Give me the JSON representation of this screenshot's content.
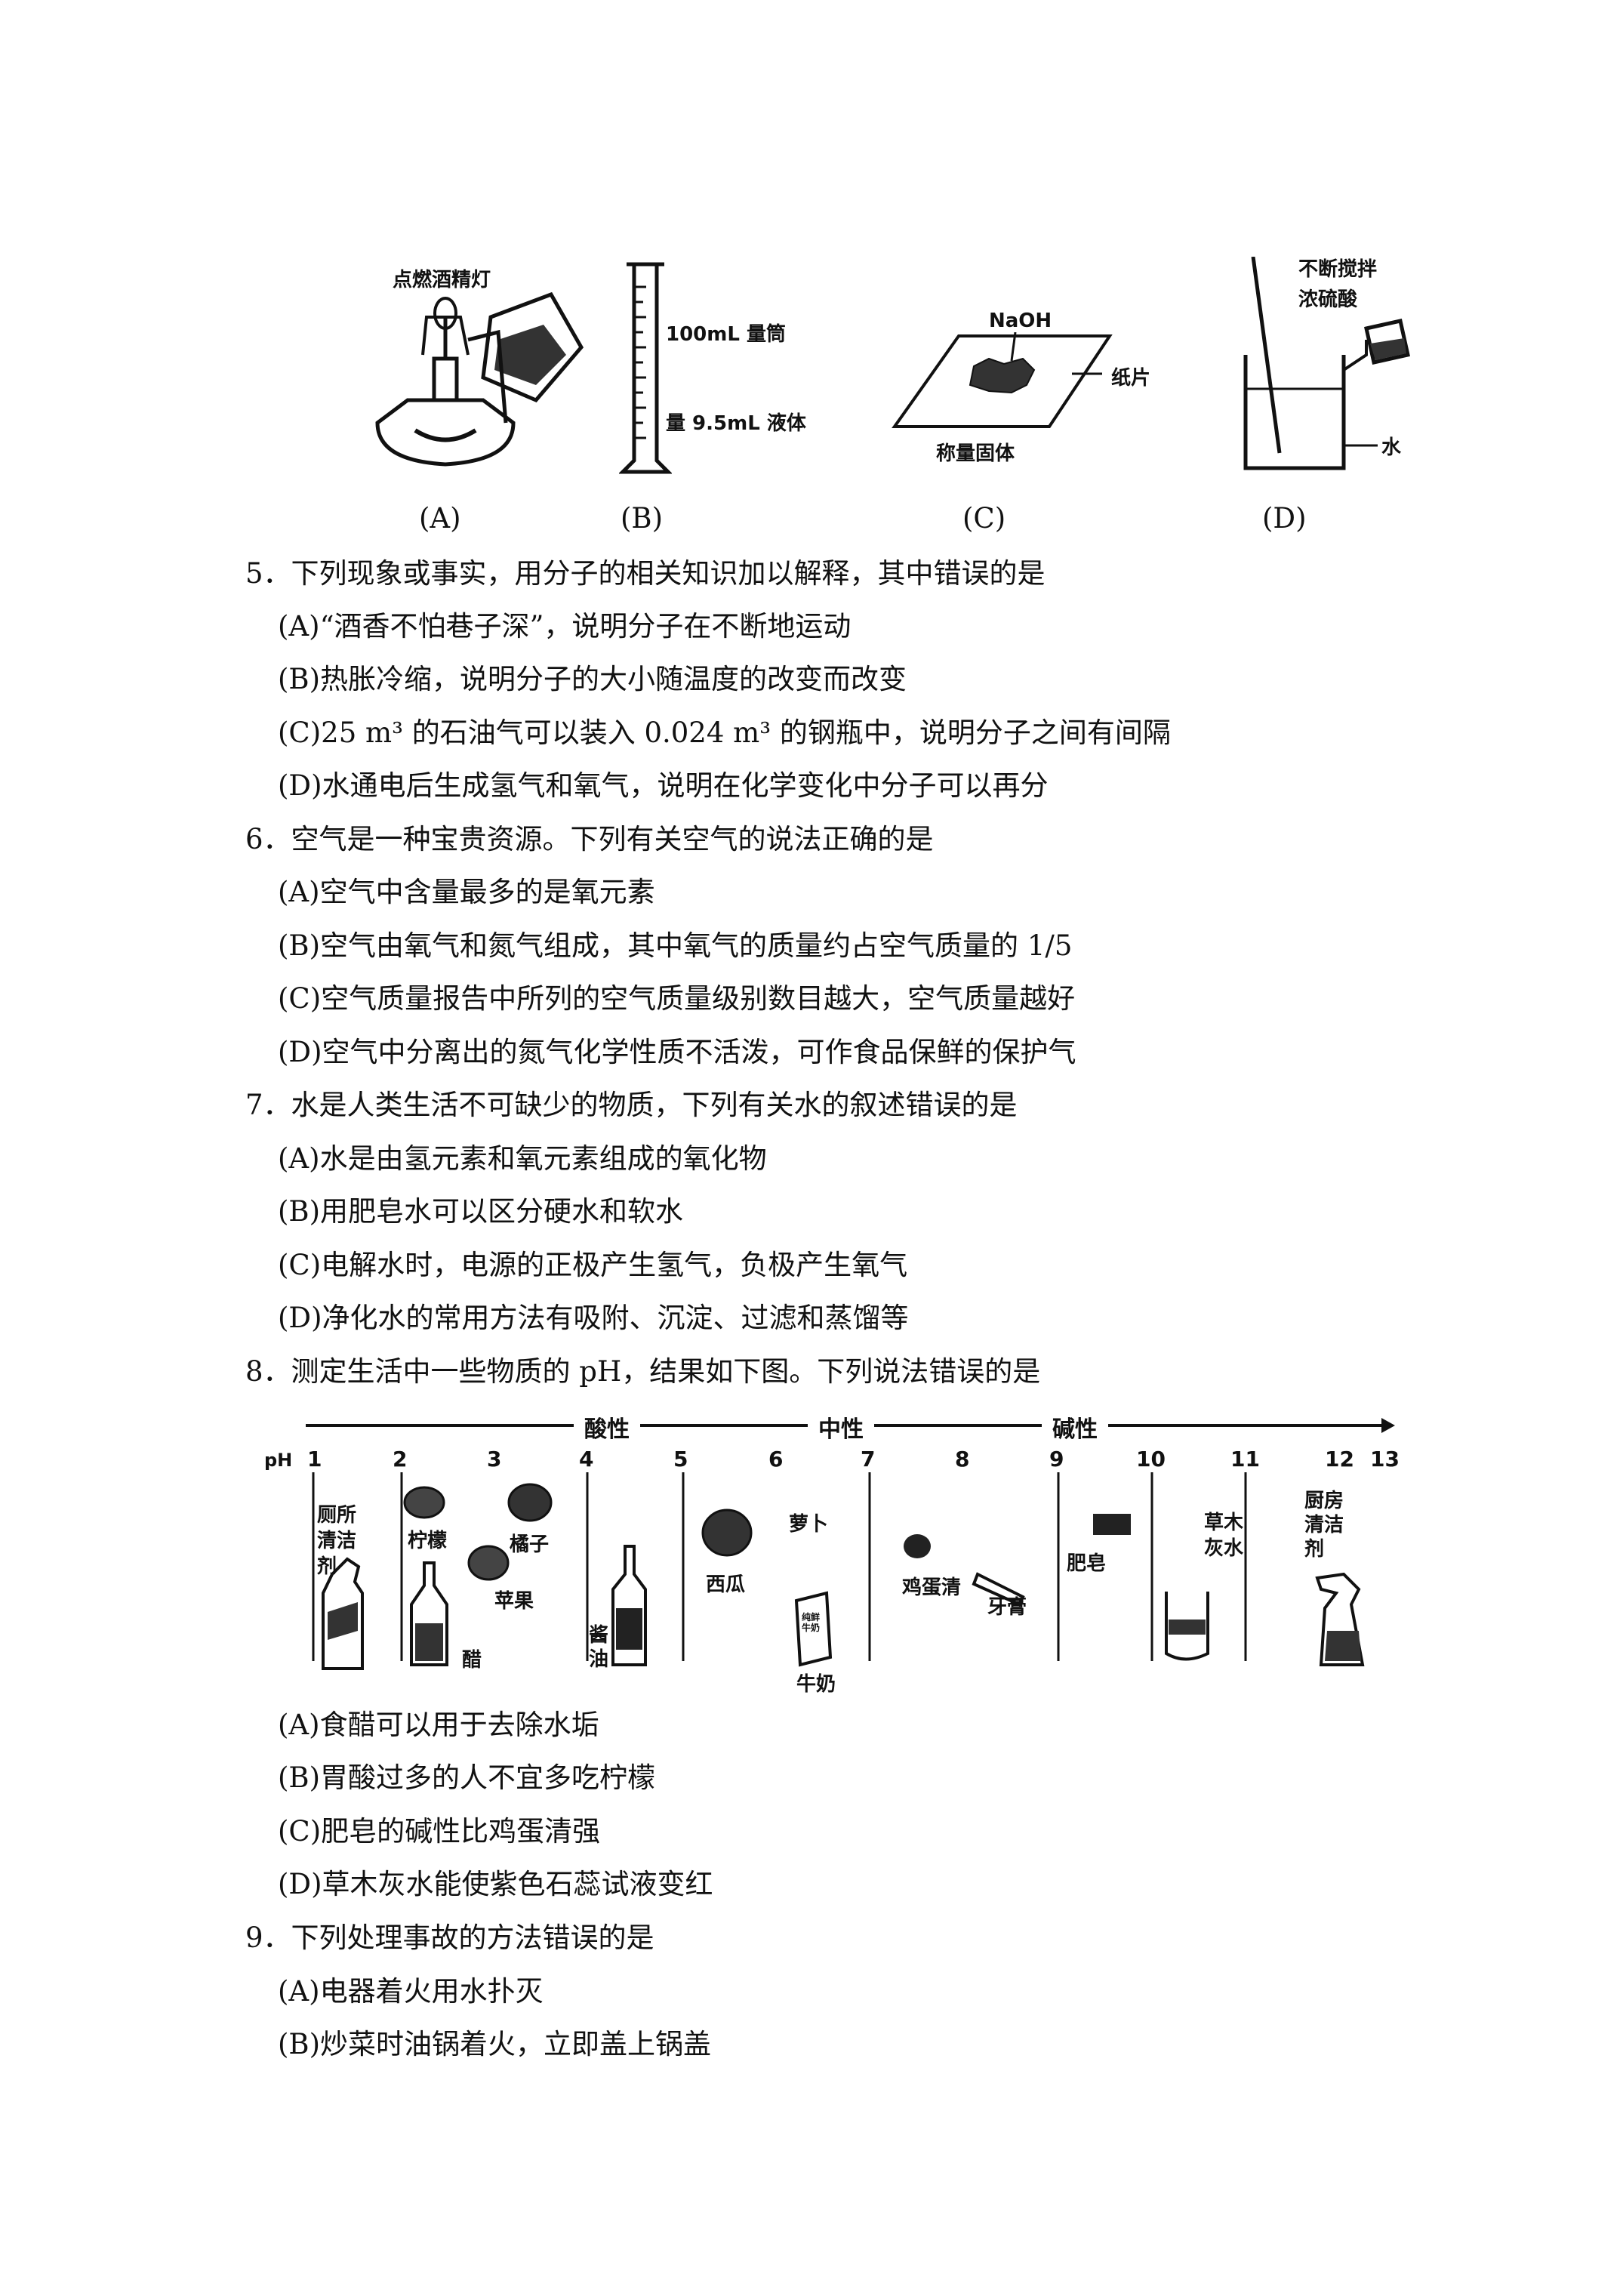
{
  "figures": {
    "a": {
      "label": "(A)",
      "caption": "点燃酒精灯"
    },
    "b": {
      "label": "(B)",
      "caption1": "100mL 量筒",
      "caption2": "量 9.5mL 液体"
    },
    "c": {
      "label": "(C)",
      "caption_top": "NaOH",
      "caption_side": "纸片",
      "caption_bottom": "称量固体"
    },
    "d": {
      "label": "(D)",
      "caption1": "不断搅拌",
      "caption2": "浓硫酸",
      "caption3": "水"
    }
  },
  "questions": [
    {
      "stem": "5．下列现象或事实，用分子的相关知识加以解释，其中错误的是",
      "options": [
        "(A)“酒香不怕巷子深”，说明分子在不断地运动",
        "(B)热胀冷缩，说明分子的大小随温度的改变而改变",
        "(C)25 m³ 的石油气可以装入 0.024 m³ 的钢瓶中，说明分子之间有间隔",
        "(D)水通电后生成氢气和氧气，说明在化学变化中分子可以再分"
      ]
    },
    {
      "stem": "6．空气是一种宝贵资源。下列有关空气的说法正确的是",
      "options": [
        "(A)空气中含量最多的是氧元素",
        "(B)空气由氧气和氮气组成，其中氧气的质量约占空气质量的 1/5",
        "(C)空气质量报告中所列的空气质量级别数目越大，空气质量越好",
        "(D)空气中分离出的氮气化学性质不活泼，可作食品保鲜的保护气"
      ]
    },
    {
      "stem": "7．水是人类生活不可缺少的物质，下列有关水的叙述错误的是",
      "options": [
        "(A)水是由氢元素和氧元素组成的氧化物",
        "(B)用肥皂水可以区分硬水和软水",
        "(C)电解水时，电源的正极产生氢气，负极产生氧气",
        "(D)净化水的常用方法有吸附、沉淀、过滤和蒸馏等"
      ]
    },
    {
      "stem": "8．测定生活中一些物质的 pH，结果如下图。下列说法错误的是",
      "options": [
        "(A)食醋可以用于去除水垢",
        "(B)胃酸过多的人不宜多吃柠檬",
        "(C)肥皂的碱性比鸡蛋清强",
        "(D)草木灰水能使紫色石蕊试液变红"
      ]
    },
    {
      "stem": "9．下列处理事故的方法错误的是",
      "options": [
        "(A)电器着火用水扑灭",
        "(B)炒菜时油锅着火，立即盖上锅盖"
      ]
    }
  ],
  "ph_chart": {
    "axis_label": "pH",
    "ticks": [
      "1",
      "2",
      "3",
      "4",
      "5",
      "6",
      "7",
      "8",
      "9",
      "10",
      "11",
      "12",
      "13"
    ],
    "acid": "酸性",
    "neutral": "中性",
    "base": "碱性",
    "items": [
      "厕所清洁剂",
      "柠檬",
      "橘子",
      "苹果",
      "醋",
      "酱油",
      "西瓜",
      "萝卜",
      "牛奶",
      "鸡蛋清",
      "牙膏",
      "肥皂",
      "草木灰水",
      "厨房清洁剂"
    ],
    "milk_box": "纯鲜牛奶"
  }
}
